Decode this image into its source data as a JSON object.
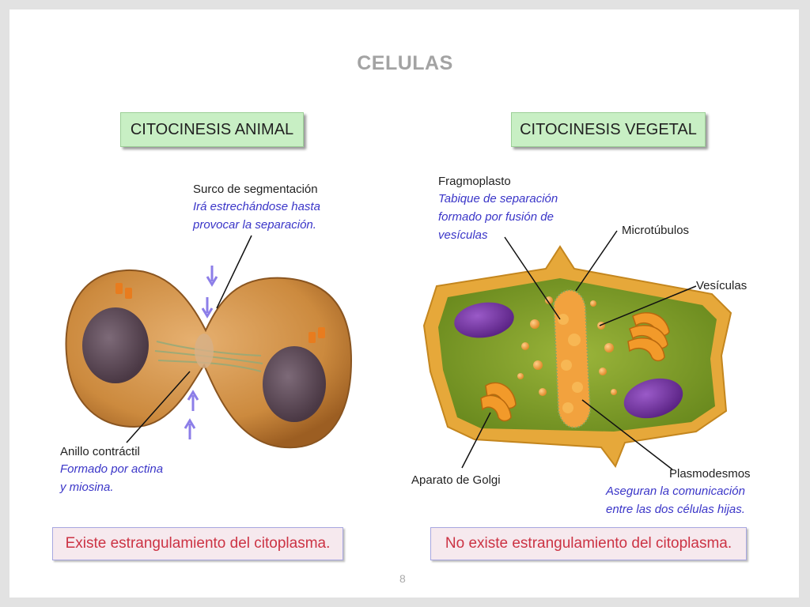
{
  "title": "CELULAS",
  "animal": {
    "heading": "CITOCINESIS ANIMAL",
    "furrow": {
      "name": "Surco de segmentación",
      "desc": [
        "Irá estrechándose hasta",
        "provocar la separación."
      ]
    },
    "ring": {
      "name": "Anillo contráctil",
      "desc": [
        "Formado por actina",
        "y miosina."
      ]
    },
    "note": "Existe estrangulamiento del citoplasma."
  },
  "plant": {
    "heading": "CITOCINESIS VEGETAL",
    "fragmoplasto": {
      "name": "Fragmoplasto",
      "desc": [
        "Tabique de separación",
        "formado por fusión de",
        "vesículas"
      ]
    },
    "microtubulos": "Microtúbulos",
    "vesiculas": "Vesículas",
    "golgi": "Aparato de Golgi",
    "plasmodesmos": {
      "name": "Plasmodesmos",
      "desc": [
        "Aseguran la comunicación",
        "entre las dos células hijas."
      ]
    },
    "note": "No existe estrangulamiento del citoplasma."
  },
  "page_number": "8"
}
